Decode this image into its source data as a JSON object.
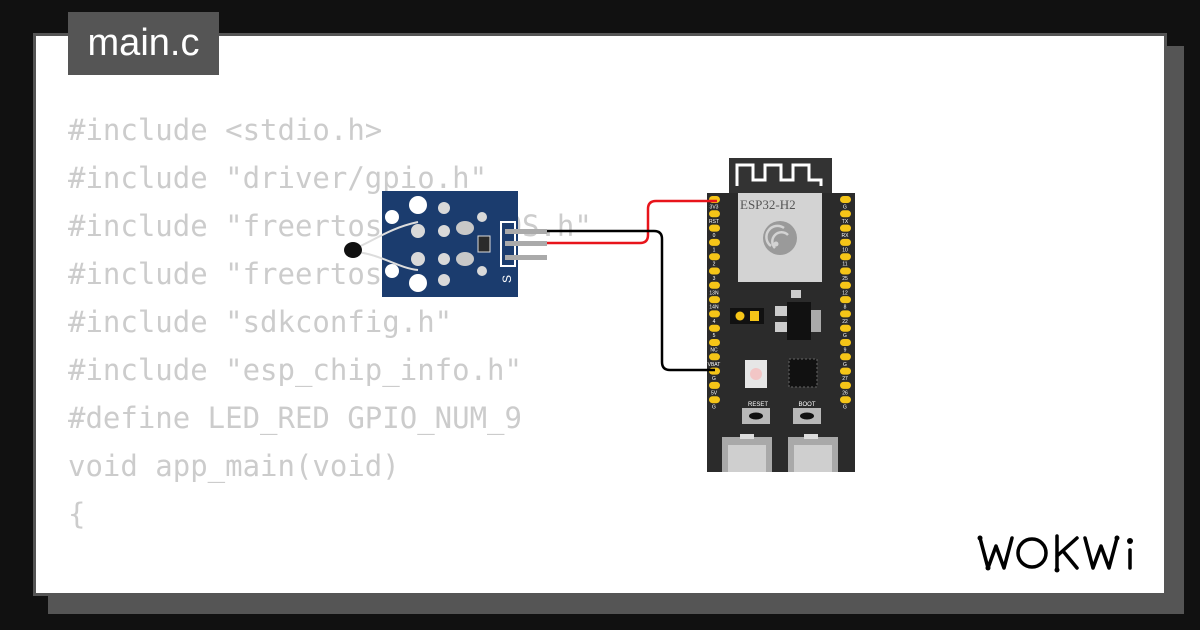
{
  "file_tab": {
    "label": "main.c"
  },
  "code_lines": [
    "#include <stdio.h>",
    "#include \"driver/gpio.h\"",
    "#include \"freertos/FreeRTOS.h\"",
    "#include \"freertos/task.h\"",
    "#include \"sdkconfig.h\"",
    "#include \"esp_chip_info.h\"",
    "",
    "#define LED_RED GPIO_NUM_9",
    "",
    "void app_main(void)",
    "{"
  ],
  "sensor_module": {
    "pin_label": "S"
  },
  "board": {
    "name": "ESP32-H2",
    "left_pins": [
      "3V3",
      "RST",
      "0",
      "1",
      "2",
      "3",
      "13N",
      "14N",
      "4",
      "5",
      "NC",
      "VBAT",
      "G",
      "5V",
      "G"
    ],
    "right_pins": [
      "G",
      "TX",
      "RX",
      "10",
      "11",
      "25",
      "12",
      "8",
      "22",
      "G",
      "9",
      "G",
      "27",
      "26",
      "G"
    ],
    "button_reset": "RESET",
    "button_boot": "BOOT"
  },
  "wires": {
    "red_color": "#e8141b",
    "black_color": "#000000"
  },
  "brand": {
    "logo": "WOKWI"
  }
}
